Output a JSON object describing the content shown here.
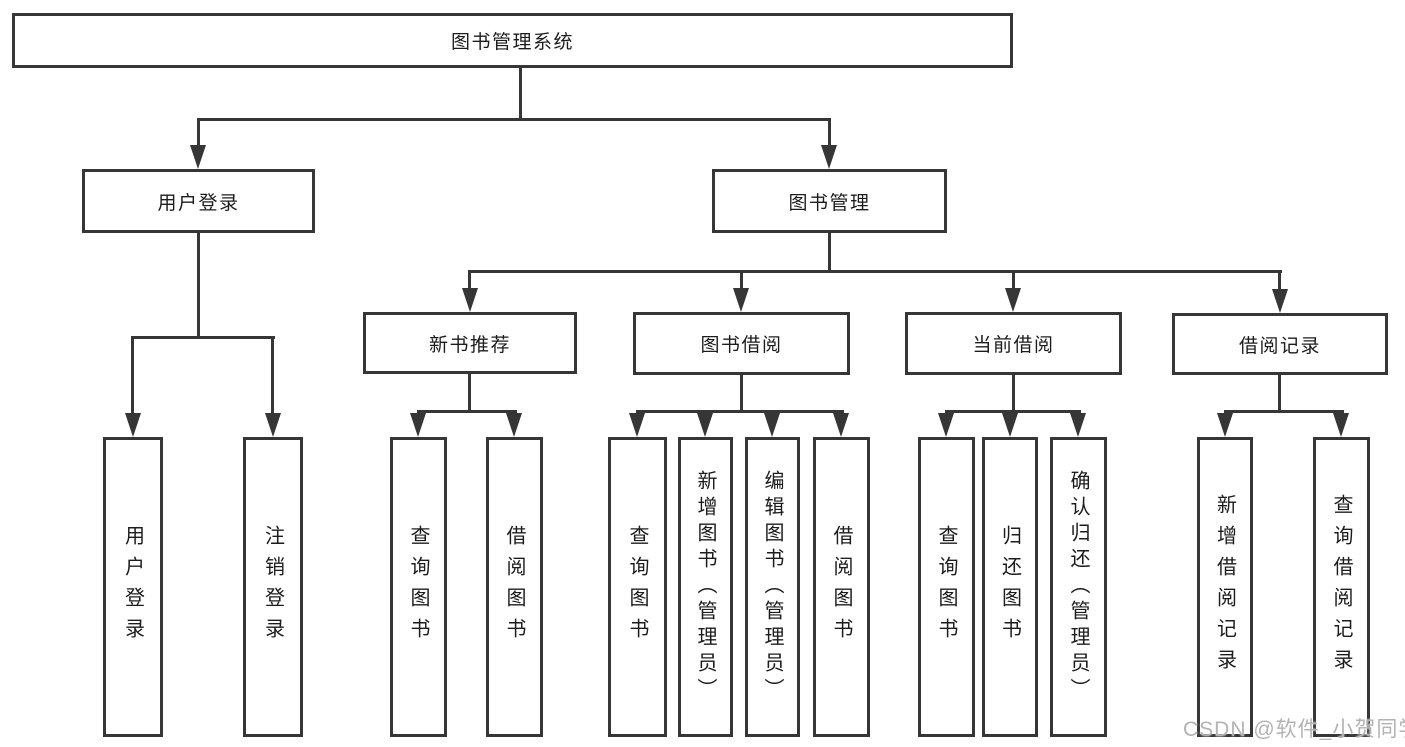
{
  "diagram": {
    "root": {
      "label": "图书管理系统"
    },
    "branches": [
      {
        "label": "用户登录",
        "children": [
          {
            "label": "用户登录"
          },
          {
            "label": "注销登录"
          }
        ]
      },
      {
        "label": "图书管理",
        "children": [
          {
            "label": "新书推荐",
            "children": [
              {
                "label": "查询图书"
              },
              {
                "label": "借阅图书"
              }
            ]
          },
          {
            "label": "图书借阅",
            "children": [
              {
                "label": "查询图书"
              },
              {
                "label": "新增图书（管理员）"
              },
              {
                "label": "编辑图书（管理员）"
              },
              {
                "label": "借阅图书"
              }
            ]
          },
          {
            "label": "当前借阅",
            "children": [
              {
                "label": "查询图书"
              },
              {
                "label": "归还图书"
              },
              {
                "label": "确认归还（管理员）"
              }
            ]
          },
          {
            "label": "借阅记录",
            "children": [
              {
                "label": "新增借阅记录"
              },
              {
                "label": "查询借阅记录"
              }
            ]
          }
        ]
      }
    ],
    "colors": {
      "line": "#363636",
      "box_background": "#ffffff",
      "text": "#1c1c1c",
      "watermark": "#b3b3b3"
    }
  },
  "watermark": {
    "text": "CSDN @软件_小贺同学"
  }
}
